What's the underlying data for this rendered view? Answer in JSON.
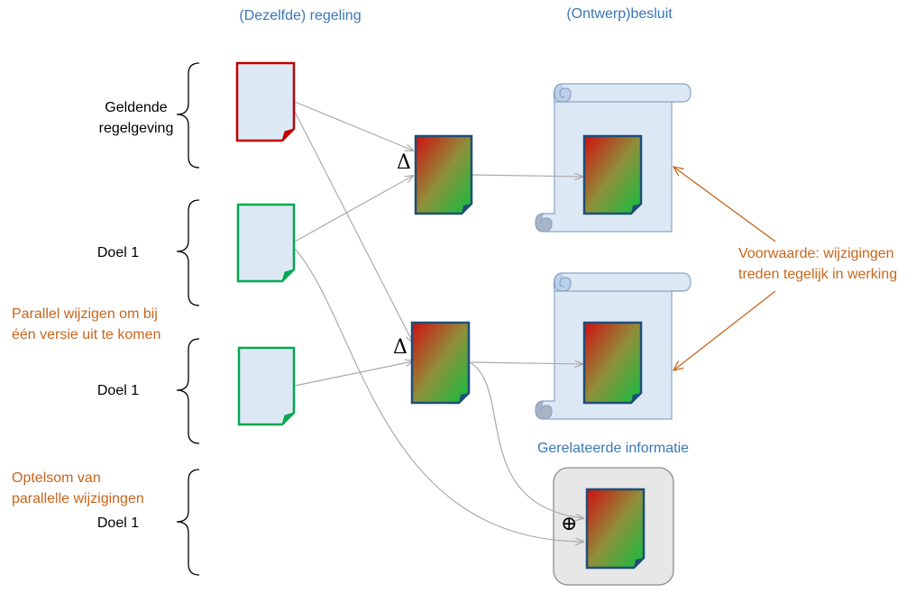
{
  "headers": {
    "regeling": "(Dezelfde) regeling",
    "besluit": "(Ontwerp)besluit",
    "gerelateerd": "Gerelateerde informatie"
  },
  "left_labels": {
    "geldende_line1": "Geldende",
    "geldende_line2": "regelgeving",
    "doel_a": "Doel 1",
    "doel_b": "Doel 1",
    "doel_c": "Doel 1"
  },
  "notes": {
    "parallel_line1": "Parallel wijzigen om bij",
    "parallel_line2": "één versie uit te komen",
    "optelsom_line1": "Optelsom van",
    "optelsom_line2": "parallelle wijzigingen",
    "voorwaarde_line1": "Voorwaarde: wijzigingen",
    "voorwaarde_line2": "treden tegelijk in werking"
  },
  "symbols": {
    "delta_1": "Δ",
    "delta_2": "Δ",
    "oplus": "⊕"
  },
  "colors": {
    "red_doc": "#c00000",
    "green_doc": "#00a94f",
    "doc_fill": "#dde8f5",
    "navy": "#1f4e79",
    "arrow_gray": "#aaaaaa",
    "orange": "#c8651b",
    "blue_text": "#3a76b8"
  }
}
